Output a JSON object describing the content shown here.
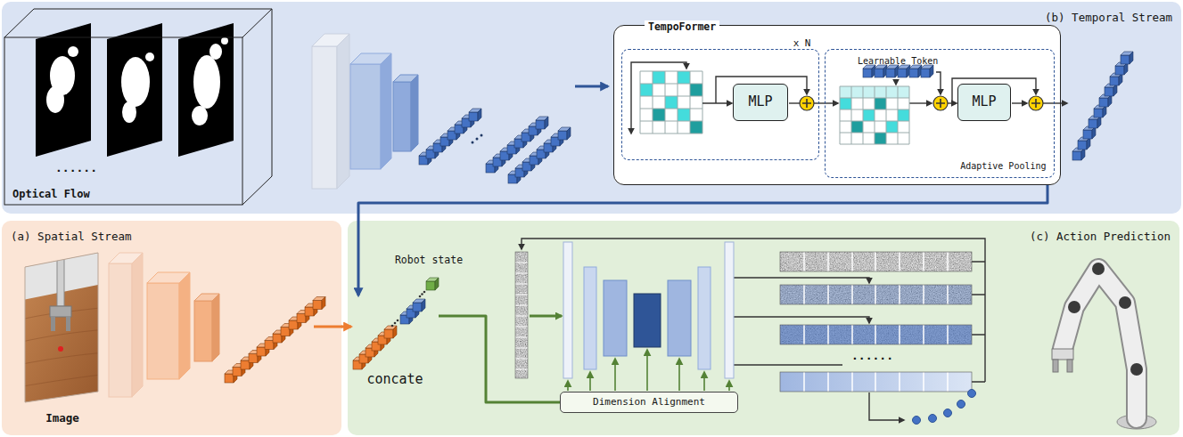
{
  "diagram": {
    "nodes": [
      {
        "text": [
          "(b) Temporal Stream"
        ]
      },
      {
        "text": [
          "Optical Flow"
        ],
        "in": 0
      },
      {
        "text": [
          "TempoFormer"
        ],
        "in": 0
      },
      {
        "text": [
          "x N"
        ],
        "in": 2
      },
      {
        "text": [
          "MLP"
        ],
        "in": 3
      },
      {
        "text": [
          "Adaptive Pooling"
        ],
        "in": 2
      },
      {
        "text": [
          "Learnable Token"
        ],
        "in": 5
      },
      {
        "text": [
          "MLP"
        ],
        "in": 5
      },
      {
        "text": [
          "(a) Spatial Stream"
        ]
      },
      {
        "text": [
          "Image"
        ],
        "in": 8
      },
      {
        "text": [
          "(c) Action Prediction"
        ]
      },
      {
        "text": [
          "concate"
        ],
        "in": 10
      },
      {
        "text": [
          "Robot state"
        ],
        "in": 10
      },
      {
        "text": [
          "Dimension Alignment"
        ],
        "in": 10
      }
    ],
    "edges": [
      {
        "from": 2,
        "to": 11,
        "arrow": "to"
      },
      {
        "from": 8,
        "to": 11,
        "arrow": "to"
      },
      {
        "from": 11,
        "to": 13,
        "arrow": "none"
      }
    ],
    "labels": [
      "......",
      "......"
    ]
  }
}
